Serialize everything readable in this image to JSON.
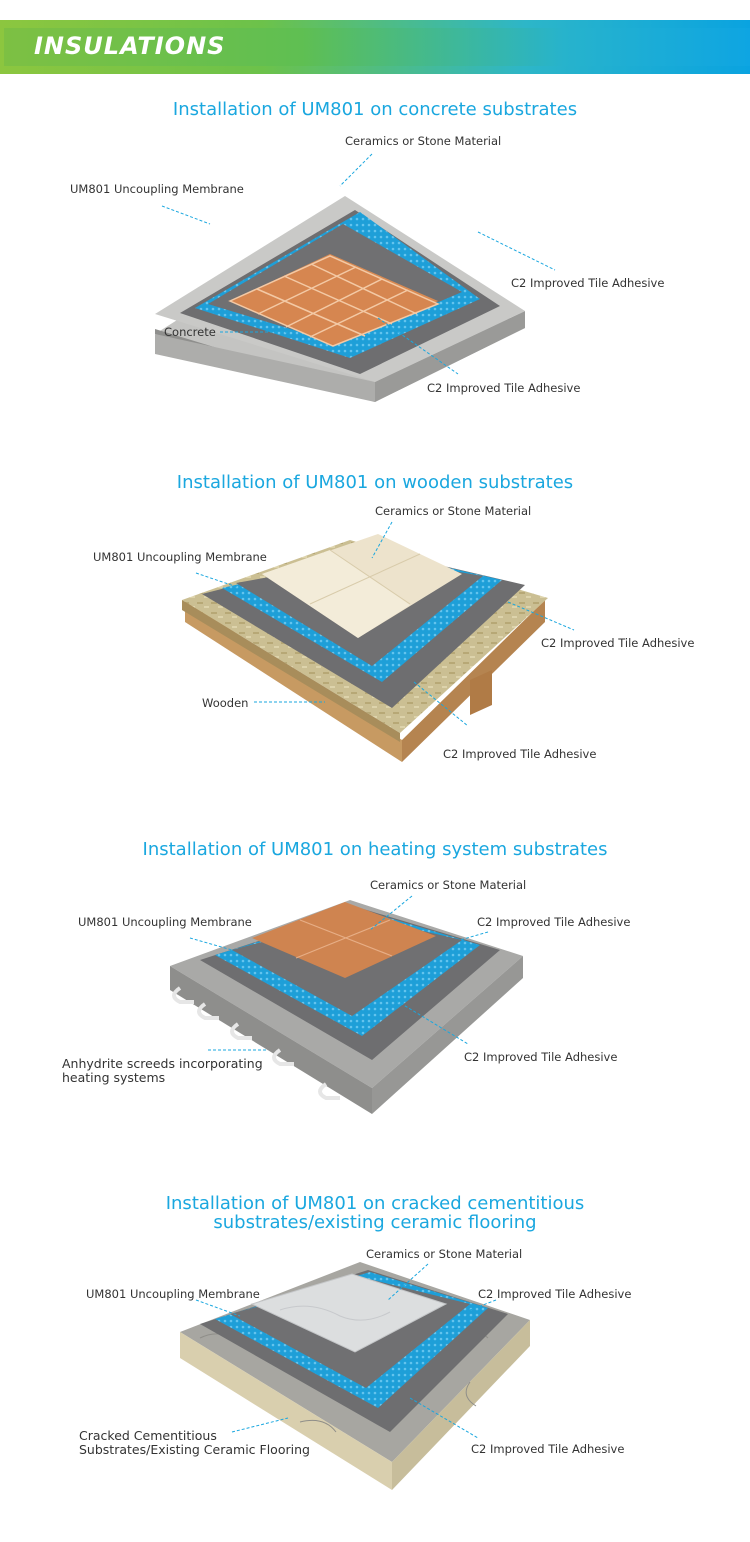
{
  "banner": {
    "title": "INSULATIONS"
  },
  "sections": [
    {
      "title": "Installation of UM801 on concrete substrates",
      "labels": {
        "top": "Ceramics or Stone Material",
        "membrane": "UM801 Uncoupling Membrane",
        "adhesive_right": "C2 Improved Tile Adhesive",
        "substrate": "Concrete",
        "adhesive_bottom": "C2 Improved Tile Adhesive"
      }
    },
    {
      "title": "Installation of UM801 on wooden substrates",
      "labels": {
        "top": "Ceramics or Stone Material",
        "membrane": "UM801 Uncoupling Membrane",
        "adhesive_right": "C2 Improved Tile Adhesive",
        "substrate": "Wooden",
        "adhesive_bottom": "C2 Improved Tile Adhesive"
      }
    },
    {
      "title": "Installation of UM801 on heating system substrates",
      "labels": {
        "top": "Ceramics or Stone Material",
        "membrane": "UM801 Uncoupling Membrane",
        "adhesive_right": "C2 Improved Tile Adhesive",
        "substrate_line1": "Anhydrite screeds incorporating",
        "substrate_line2": "heating systems",
        "adhesive_bottom": "C2 Improved Tile Adhesive"
      }
    },
    {
      "title_line1": "Installation of UM801 on cracked cementitious",
      "title_line2": "substrates/existing ceramic flooring",
      "labels": {
        "top": "Ceramics or Stone Material",
        "membrane": "UM801 Uncoupling Membrane",
        "adhesive_right": "C2 Improved Tile Adhesive",
        "substrate_line1": "Cracked Cementitious",
        "substrate_line2": "Substrates/Existing Ceramic Flooring",
        "adhesive_bottom": "C2 Improved Tile Adhesive"
      }
    }
  ],
  "colors": {
    "accent_blue": "#1aa7df",
    "membrane_blue": "#1e9fd8",
    "adhesive_grey": "#6e6e70",
    "concrete": "#b9b9b7",
    "tile_terracotta": "#d98a52",
    "tile_marble": "#ede3cc",
    "wood": "#c79a62"
  }
}
